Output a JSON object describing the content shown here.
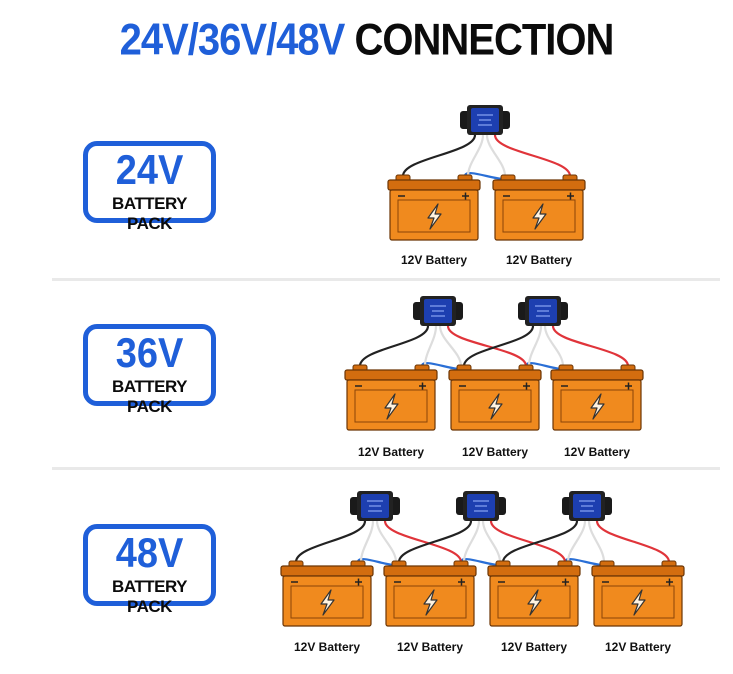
{
  "title": {
    "part1": "24V/36V/48V",
    "part2": "CONNECTION"
  },
  "colors": {
    "accent": "#1f5fd9",
    "battery": "#f08a1e",
    "battery_dark": "#d36d0f",
    "wire_red": "#e0343a",
    "wire_blue": "#2a6fd6",
    "wire_black": "#222222",
    "wire_white": "#dddddd"
  },
  "sections": [
    {
      "voltage": "24V",
      "label": "BATTERY PACK",
      "battery_count": 2,
      "balancer_count": 1,
      "battery_labels": [
        "12V Battery",
        "12V Battery"
      ]
    },
    {
      "voltage": "36V",
      "label": "BATTERY PACK",
      "battery_count": 3,
      "balancer_count": 2,
      "battery_labels": [
        "12V Battery",
        "12V Battery",
        "12V Battery"
      ]
    },
    {
      "voltage": "48V",
      "label": "BATTERY PACK",
      "battery_count": 4,
      "balancer_count": 3,
      "battery_labels": [
        "12V Battery",
        "12V Battery",
        "12V Battery",
        "12V Battery"
      ]
    }
  ],
  "icons": {
    "battery": "battery-icon",
    "balancer": "battery-balancer-icon",
    "bolt": "lightning-bolt-icon"
  }
}
